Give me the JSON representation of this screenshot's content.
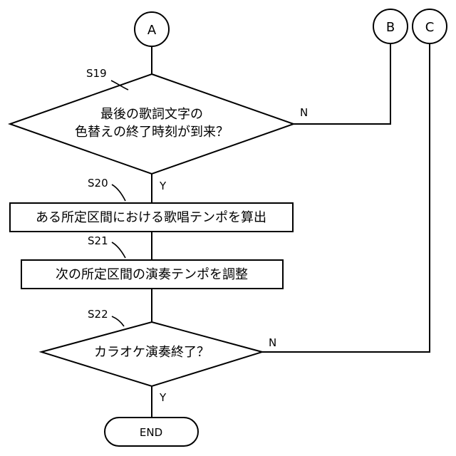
{
  "connectors": {
    "a": "A",
    "b": "B",
    "c": "C"
  },
  "steps": {
    "s19": {
      "label": "S19",
      "line1": "最後の歌詞文字の",
      "line2": "色替えの終了時刻が到来？",
      "yes": "Y",
      "no": "N"
    },
    "s20": {
      "label": "S20",
      "text": "ある所定区間における歌唱テンポを算出"
    },
    "s21": {
      "label": "S21",
      "text": "次の所定区間の演奏テンポを調整"
    },
    "s22": {
      "label": "S22",
      "text": "カラオケ演奏終了？",
      "yes": "Y",
      "no": "N"
    }
  },
  "terminal": {
    "end": "END"
  }
}
